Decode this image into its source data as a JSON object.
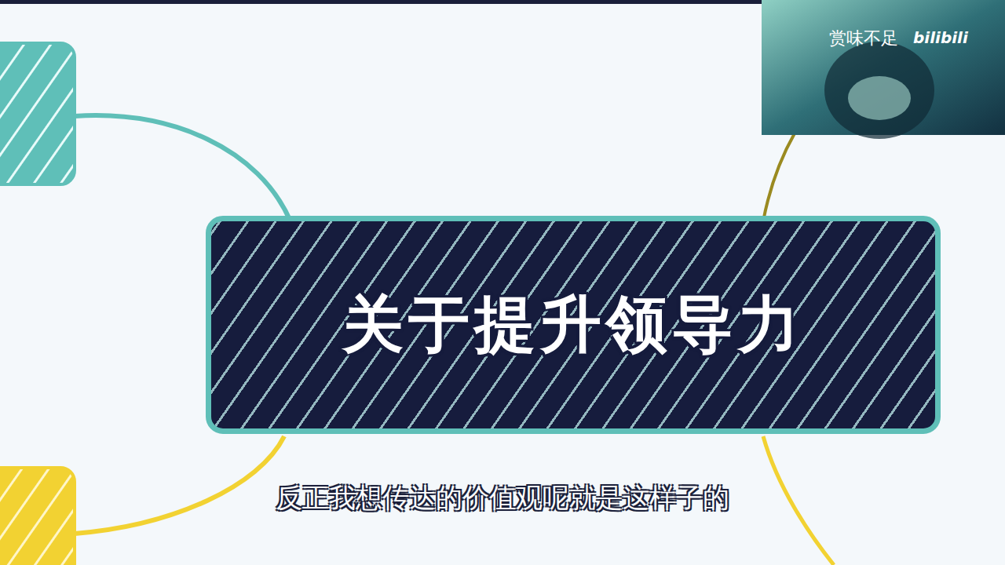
{
  "diagram": {
    "caption": "反正我想传达的价值观呢就是这样子的",
    "nodes": [
      {
        "text": [
          "关于提升领导力"
        ]
      }
    ],
    "edges": [],
    "labels": [
      "赏味不足",
      "bilibili"
    ]
  }
}
